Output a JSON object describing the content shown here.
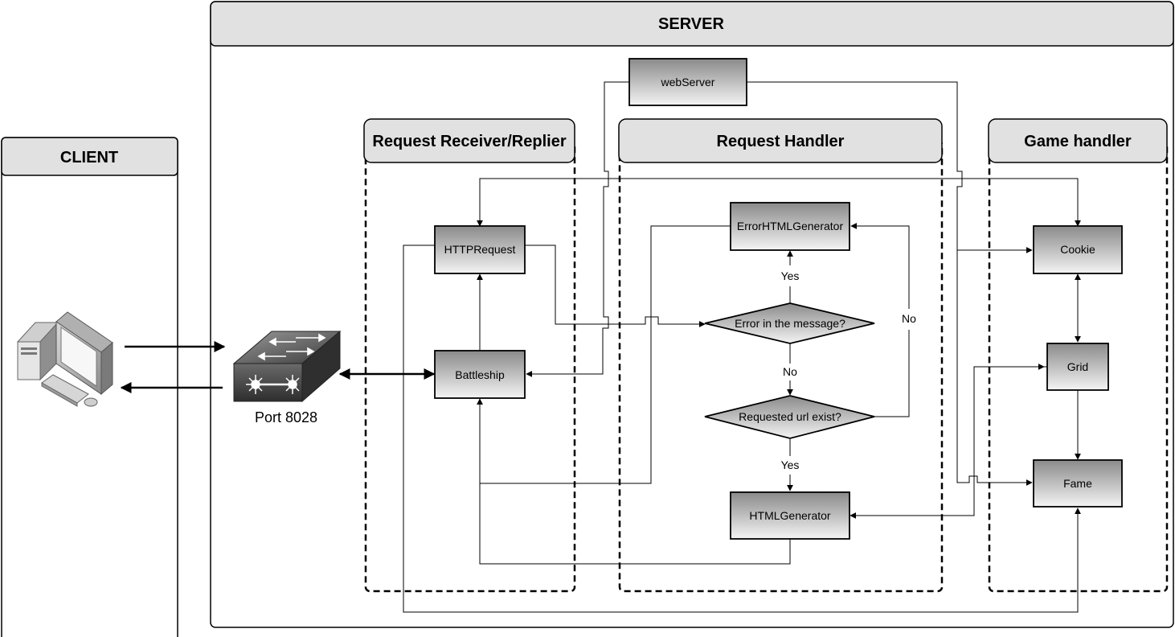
{
  "client": {
    "title": "CLIENT"
  },
  "server": {
    "title": "SERVER"
  },
  "sections": {
    "receiver": "Request Receiver/Replier",
    "handler": "Request Handler",
    "game": "Game handler"
  },
  "nodes": {
    "webserver": "webServer",
    "httprequest": "HTTPRequest",
    "battleship": "Battleship",
    "error_html": "ErrorHTMLGenerator",
    "html_generator": "HTMLGenerator",
    "cookie": "Cookie",
    "grid": "Grid",
    "fame": "Fame"
  },
  "decisions": {
    "error_in_message": "Error in the message?",
    "url_exists": "Requested url exist?"
  },
  "edge_labels": {
    "yes_top": "Yes",
    "no_middle": "No",
    "no_right": "No",
    "yes_bottom": "Yes"
  },
  "switch": {
    "port_label": "Port 8028"
  }
}
